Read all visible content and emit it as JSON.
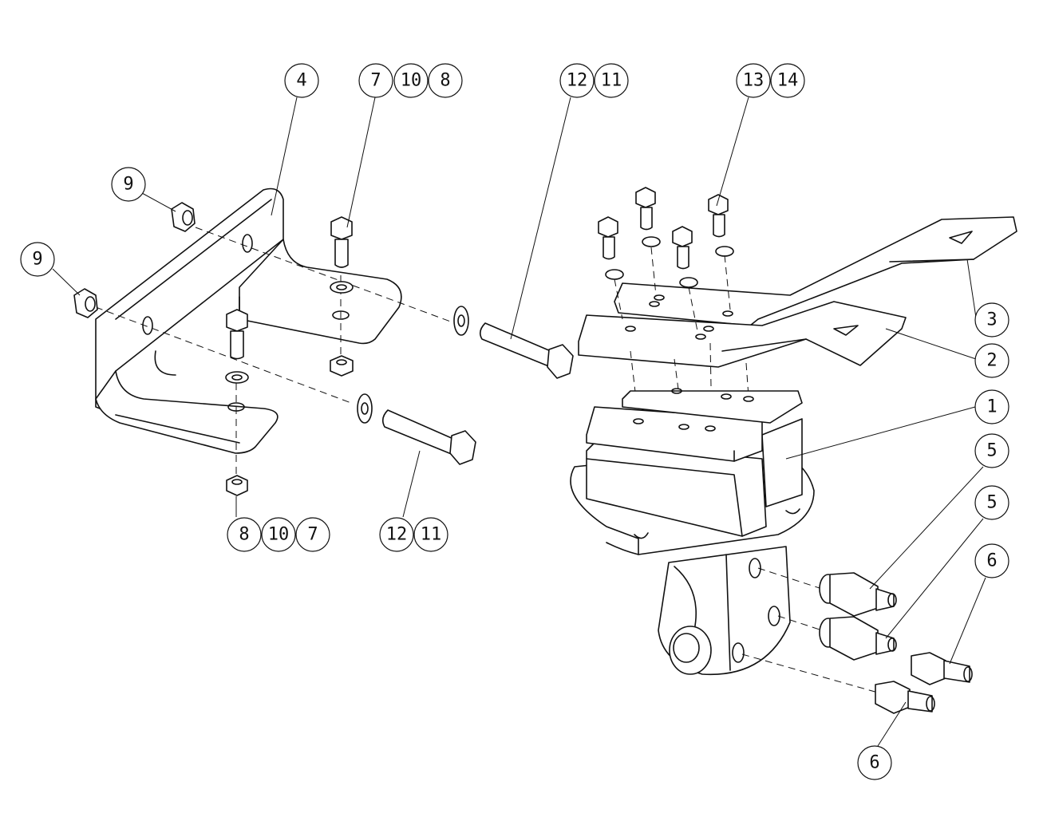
{
  "balloons": [
    {
      "label": "4"
    },
    {
      "label": "7"
    },
    {
      "label": "10"
    },
    {
      "label": "8"
    },
    {
      "label": "12"
    },
    {
      "label": "11"
    },
    {
      "label": "13"
    },
    {
      "label": "14"
    },
    {
      "label": "9"
    },
    {
      "label": "9"
    },
    {
      "label": "3"
    },
    {
      "label": "2"
    },
    {
      "label": "1"
    },
    {
      "label": "5"
    },
    {
      "label": "5"
    },
    {
      "label": "6"
    },
    {
      "label": "8"
    },
    {
      "label": "10"
    },
    {
      "label": "7"
    },
    {
      "label": "12"
    },
    {
      "label": "11"
    },
    {
      "label": "6"
    }
  ]
}
